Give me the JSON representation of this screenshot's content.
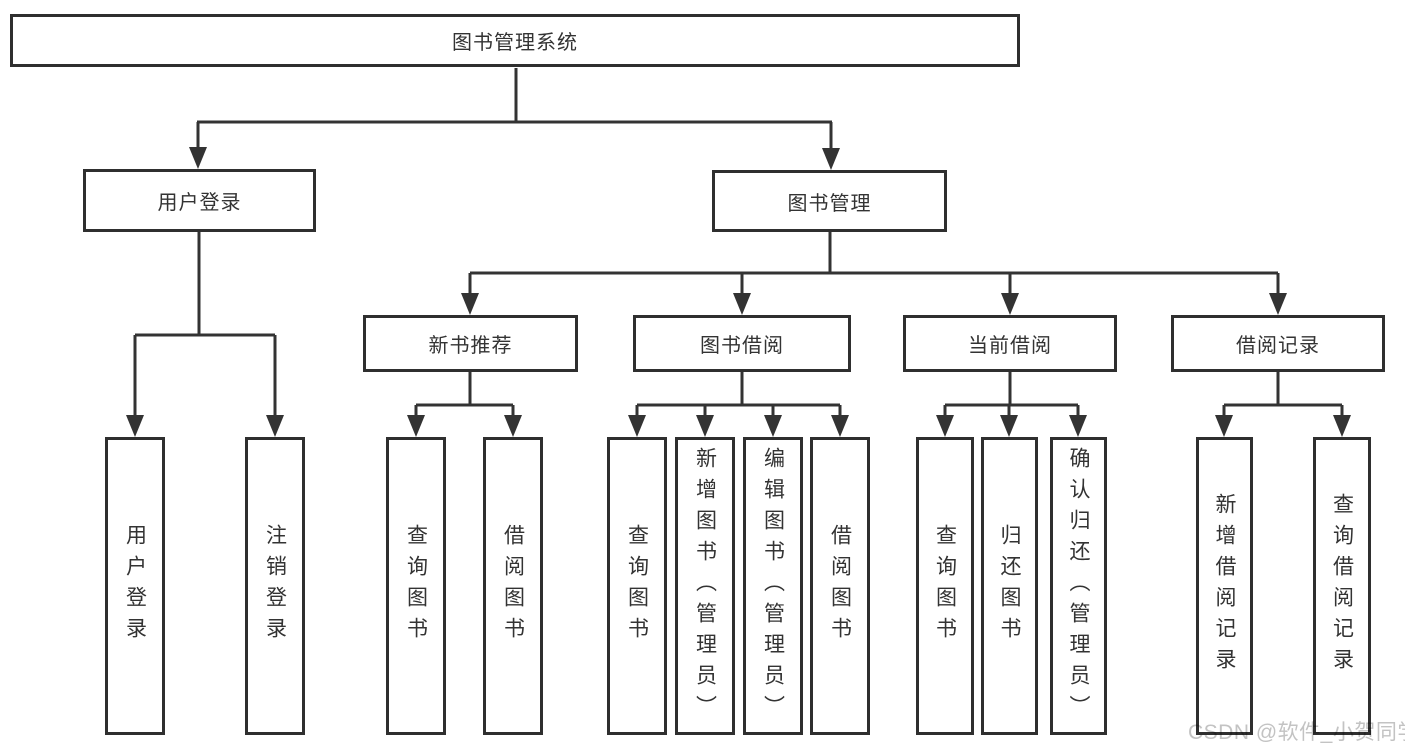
{
  "diagram": {
    "nodes": {
      "root": {
        "label": "图书管理系统"
      },
      "user_login": {
        "label": "用户登录"
      },
      "book_mgmt": {
        "label": "图书管理"
      },
      "new_book_rec": {
        "label": "新书推荐"
      },
      "book_borrow": {
        "label": "图书借阅"
      },
      "current_borrow": {
        "label": "当前借阅"
      },
      "borrow_record": {
        "label": "借阅记录"
      },
      "login": {
        "label": "用户登录"
      },
      "logout": {
        "label": "注销登录"
      },
      "nb_query_book": {
        "label": "查询图书"
      },
      "nb_borrow_book": {
        "label": "借阅图书"
      },
      "bb_query_book": {
        "label": "查询图书"
      },
      "bb_add_book": {
        "label": "新增图书（管理员）"
      },
      "bb_edit_book": {
        "label": "编辑图书（管理员）"
      },
      "bb_borrow_book": {
        "label": "借阅图书"
      },
      "cb_query_book": {
        "label": "查询图书"
      },
      "cb_return_book": {
        "label": "归还图书"
      },
      "cb_confirm_return": {
        "label": "确认归还（管理员）"
      },
      "br_add_record": {
        "label": "新增借阅记录"
      },
      "br_query_record": {
        "label": "查询借阅记录"
      }
    },
    "watermark": {
      "text": "CSDN @软件_小贺同学"
    },
    "colors": {
      "line": "#333333",
      "box_border": "#2f2f2f",
      "text": "#333333",
      "watermark": "#c3c3c3",
      "background": "#ffffff"
    }
  }
}
